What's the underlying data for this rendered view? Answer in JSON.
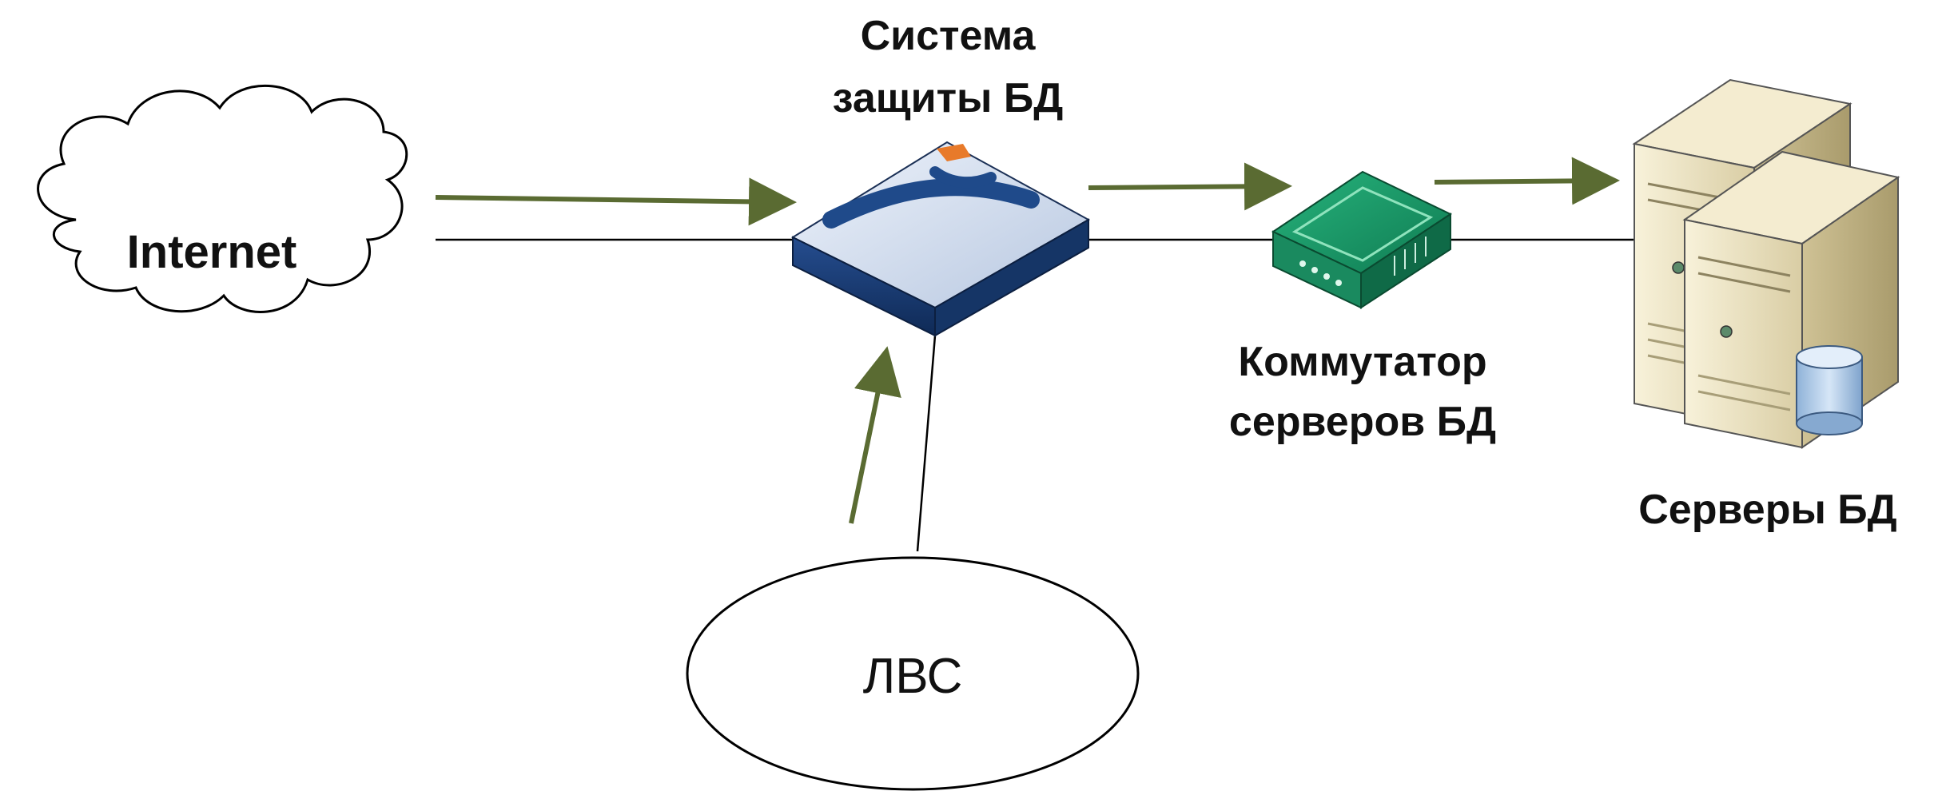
{
  "nodes": {
    "internet": {
      "label": "Internet"
    },
    "firewall": {
      "label_line1": "Система",
      "label_line2": "защиты БД"
    },
    "switch": {
      "label_line1": "Коммутатор",
      "label_line2": "серверов БД"
    },
    "servers": {
      "label": "Серверы БД"
    },
    "lan": {
      "label": "ЛВС"
    }
  },
  "colors": {
    "arrow": "#5a6b32",
    "line": "#000000",
    "firewall_body": "#1c3f78",
    "switch_body": "#1d9a6a",
    "server_body": "#efe6c4"
  },
  "icons": {
    "internet": "cloud-icon",
    "firewall": "security-appliance-icon",
    "switch": "network-switch-icon",
    "servers": "database-server-icon",
    "lan": "ellipse-shape"
  }
}
